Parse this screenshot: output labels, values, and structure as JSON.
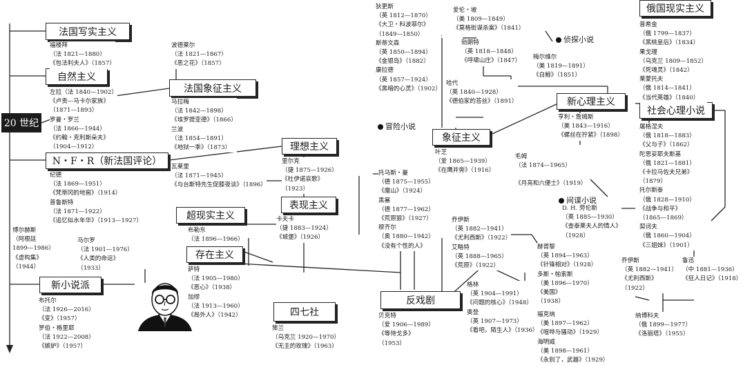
{
  "century": "20 世纪",
  "schools": {
    "french_realism": "法国写实主义",
    "naturalism": "自然主义",
    "french_symbolism": "法国象征主义",
    "nrf": "N・F・R（新法国评论）",
    "idealism": "理想主义",
    "expressionism": "表现主义",
    "surrealism": "超现实主义",
    "existentialism": "存在主义",
    "nouveau_roman": "新小说派",
    "group47": "四七社",
    "theatre_absurd": "反戏剧",
    "symbolism": "象征主义",
    "new_psychologism": "新心理主义",
    "russian_realism": "俄国现实主义",
    "social_psych_novel": "社会心理小说"
  },
  "categories": {
    "detective": "侦探小说",
    "adventure": "冒险小说",
    "spy": "间谍小说"
  },
  "notes": {
    "flaubert": [
      "福楼拜",
      "（法 1821—1880）",
      "《包法利夫人》（1857）"
    ],
    "baudelaire": [
      "波德莱尔",
      "（法 1821—1867）",
      "《恶之花》（1857）"
    ],
    "zola_rolland": [
      "左拉（法 1840—1902）",
      "《卢贡—马卡尔家族》",
      "（1871—1893）",
      "罗曼・罗兰",
      "（法 1866—1944）",
      "《约翰・克利斯朵夫》",
      "（1904—1912）"
    ],
    "mallarme_rimbaud": [
      "马拉梅",
      "（法 1842—1898）",
      "《埃罗提亚德》（1866）",
      "兰波",
      "（法 1854—1891）",
      "《地狱一季》（1873）"
    ],
    "gide_proust": [
      "纪德",
      "（法 1869—1951）",
      "《梵蒂冈的地窖》（1914）",
      "普鲁斯特",
      "（法 1871—1922）",
      "《追忆似水年华》（1913—1927）"
    ],
    "valery": [
      "瓦莱里",
      "（法 1871—1945）",
      "《与台斯特先生促膝夜谈》（1896）"
    ],
    "rilke": [
      "里尔克",
      "（捷 1875—1926）",
      "《杜伊诺哀歌》",
      "（1923）"
    ],
    "kafka": [
      "卡夫卡",
      "（捷 1883—1924）",
      "《城堡》（1926）"
    ],
    "breton": [
      "布勒东",
      "（法 1896—1966）"
    ],
    "borges": [
      "博尔赫斯",
      "（阿根廷",
      "1899—1986）",
      "《虚构集》",
      "（1944）"
    ],
    "malraux": [
      "马尔罗",
      "（法 1901—1976）",
      "《人类的命运》",
      "（1933）"
    ],
    "sartre_camus": [
      "萨特",
      "（法 1905—1980）",
      "《恶心》（1938）",
      "加缪",
      "（法 1913—1960）",
      "《局外人》（1942）"
    ],
    "butor_robbe": [
      "布托尔",
      "（法 1926—2016）",
      "《变》（1957）",
      "罗伯・格里耶",
      "（法 1922—2008）",
      "《嫉妒》（1957）"
    ],
    "grass": [
      "策兰",
      "（乌克兰 1920—1970）",
      "《无主的玫瑰》（1963）"
    ],
    "mann_hesse_musil": [
      "托马斯・曼",
      "（德 1875—1955）",
      "《魔山》（1924）",
      "黑塞",
      "（德 1877—1962）",
      "《荒原狼》（1927）",
      "穆齐尔",
      "（奥 1880—1942）",
      "《没有个性的人》"
    ],
    "dickens_stevenson_conrad": [
      "狄更斯",
      "（英 1812—1870）",
      "《大卫・科波菲尔》",
      "（1849—1850）",
      "斯蒂文森",
      "（英 1850—1894）",
      "《金银岛》（1882）",
      "康拉德",
      "（英 1857—1924）",
      "《黑暗的心灵》（1902）"
    ],
    "poe": [
      "爱伦・坡",
      "（美 1809—1849）",
      "《莫格街谋杀案》（1841）"
    ],
    "bronte": [
      "勃朗特",
      "（英 1818—1848）",
      "《呼啸山庄》（1847）"
    ],
    "melville": [
      "梅尔维尔",
      "（美 1819—1891）",
      "《白鲸》（1851）"
    ],
    "hardy": [
      "哈代",
      "（英 1840—1928）",
      "《德伯家的苔丝》（1891）"
    ],
    "yeats": [
      "叶芝",
      "（爱 1865—1939）",
      "《在鹰井旁》（1916）"
    ],
    "henry_james": [
      "亨利・詹姆斯",
      "（美 1843—1916）",
      "《螺丝在拧紧》（1898）"
    ],
    "maugham": [
      "毛姆",
      "（法 1874—1965）",
      "《月亮和六便士》（1919）"
    ],
    "lawrence": [
      "D. H. 劳伦斯",
      "（英 1885—1930）",
      "《查泰莱夫人的情人》",
      "（1928）"
    ],
    "joyce_eliot": [
      "乔伊斯",
      "（英 1882—1941）",
      "《尤利西斯》（1922）",
      "艾略特",
      "（英 1888—1965）",
      "《荒原》（1922）"
    ],
    "huxley_dospassos": [
      "赫胥黎",
      "（英 1894—1963）",
      "《针锋相对》（1928）",
      "多斯・帕索斯",
      "（美 1896—1970）",
      "《美国》",
      "（1938）"
    ],
    "green_orwell": [
      "格林",
      "（英 1904—1991）",
      "《问题的核心》（1948）",
      "奥登",
      "（英 1907—1973）",
      "《看吧，陌生人》（1936）"
    ],
    "faulkner_hemingway": [
      "福克纳",
      "（美 1897—1962）",
      "《喧哗与骚动》（1929）",
      "海明威",
      "（美 1898—1961）",
      "《永别了，武器》（1929）"
    ],
    "beckett": [
      "贝克特",
      "（爱 1906—1989）",
      "《等待戈多》",
      "（1953）"
    ],
    "pushkin_gogol_lermontov": [
      "普希金",
      "（俄 1799—1837）",
      "《黑桃皇后》（1834）",
      "果戈理",
      "（乌克兰 1809—1852）",
      "《死魂灵》（1842）",
      "莱蒙托夫",
      "（俄 1814—1841）",
      "《当代英雄》（1840）"
    ],
    "turgenev_dostoevsky_tolstoy_chekhov": [
      "屠格涅夫",
      "（俄 1818—1883）",
      "《父与子》（1862）",
      "陀思妥耶夫斯基",
      "（俄 1821—1881）",
      "《卡拉马佐夫兄弟》",
      "（1879）",
      "托尔斯泰",
      "（俄 1828—1910）",
      "《战争与和平》",
      "（1865—1869）",
      "契诃夫",
      "（俄 1860—1904）",
      "《三姐妹》（1901）"
    ],
    "joyce2": [
      "乔伊斯",
      "（英 1882—1941）",
      "《尤利西斯》",
      "（1922）"
    ],
    "luxun": [
      "鲁迅",
      "（中 1881—1936）",
      "《狂人日记》（1918）"
    ],
    "nabokov": [
      "纳博科夫",
      "（俄 1899—1977）",
      "《洛丽塔》（1955）"
    ]
  }
}
